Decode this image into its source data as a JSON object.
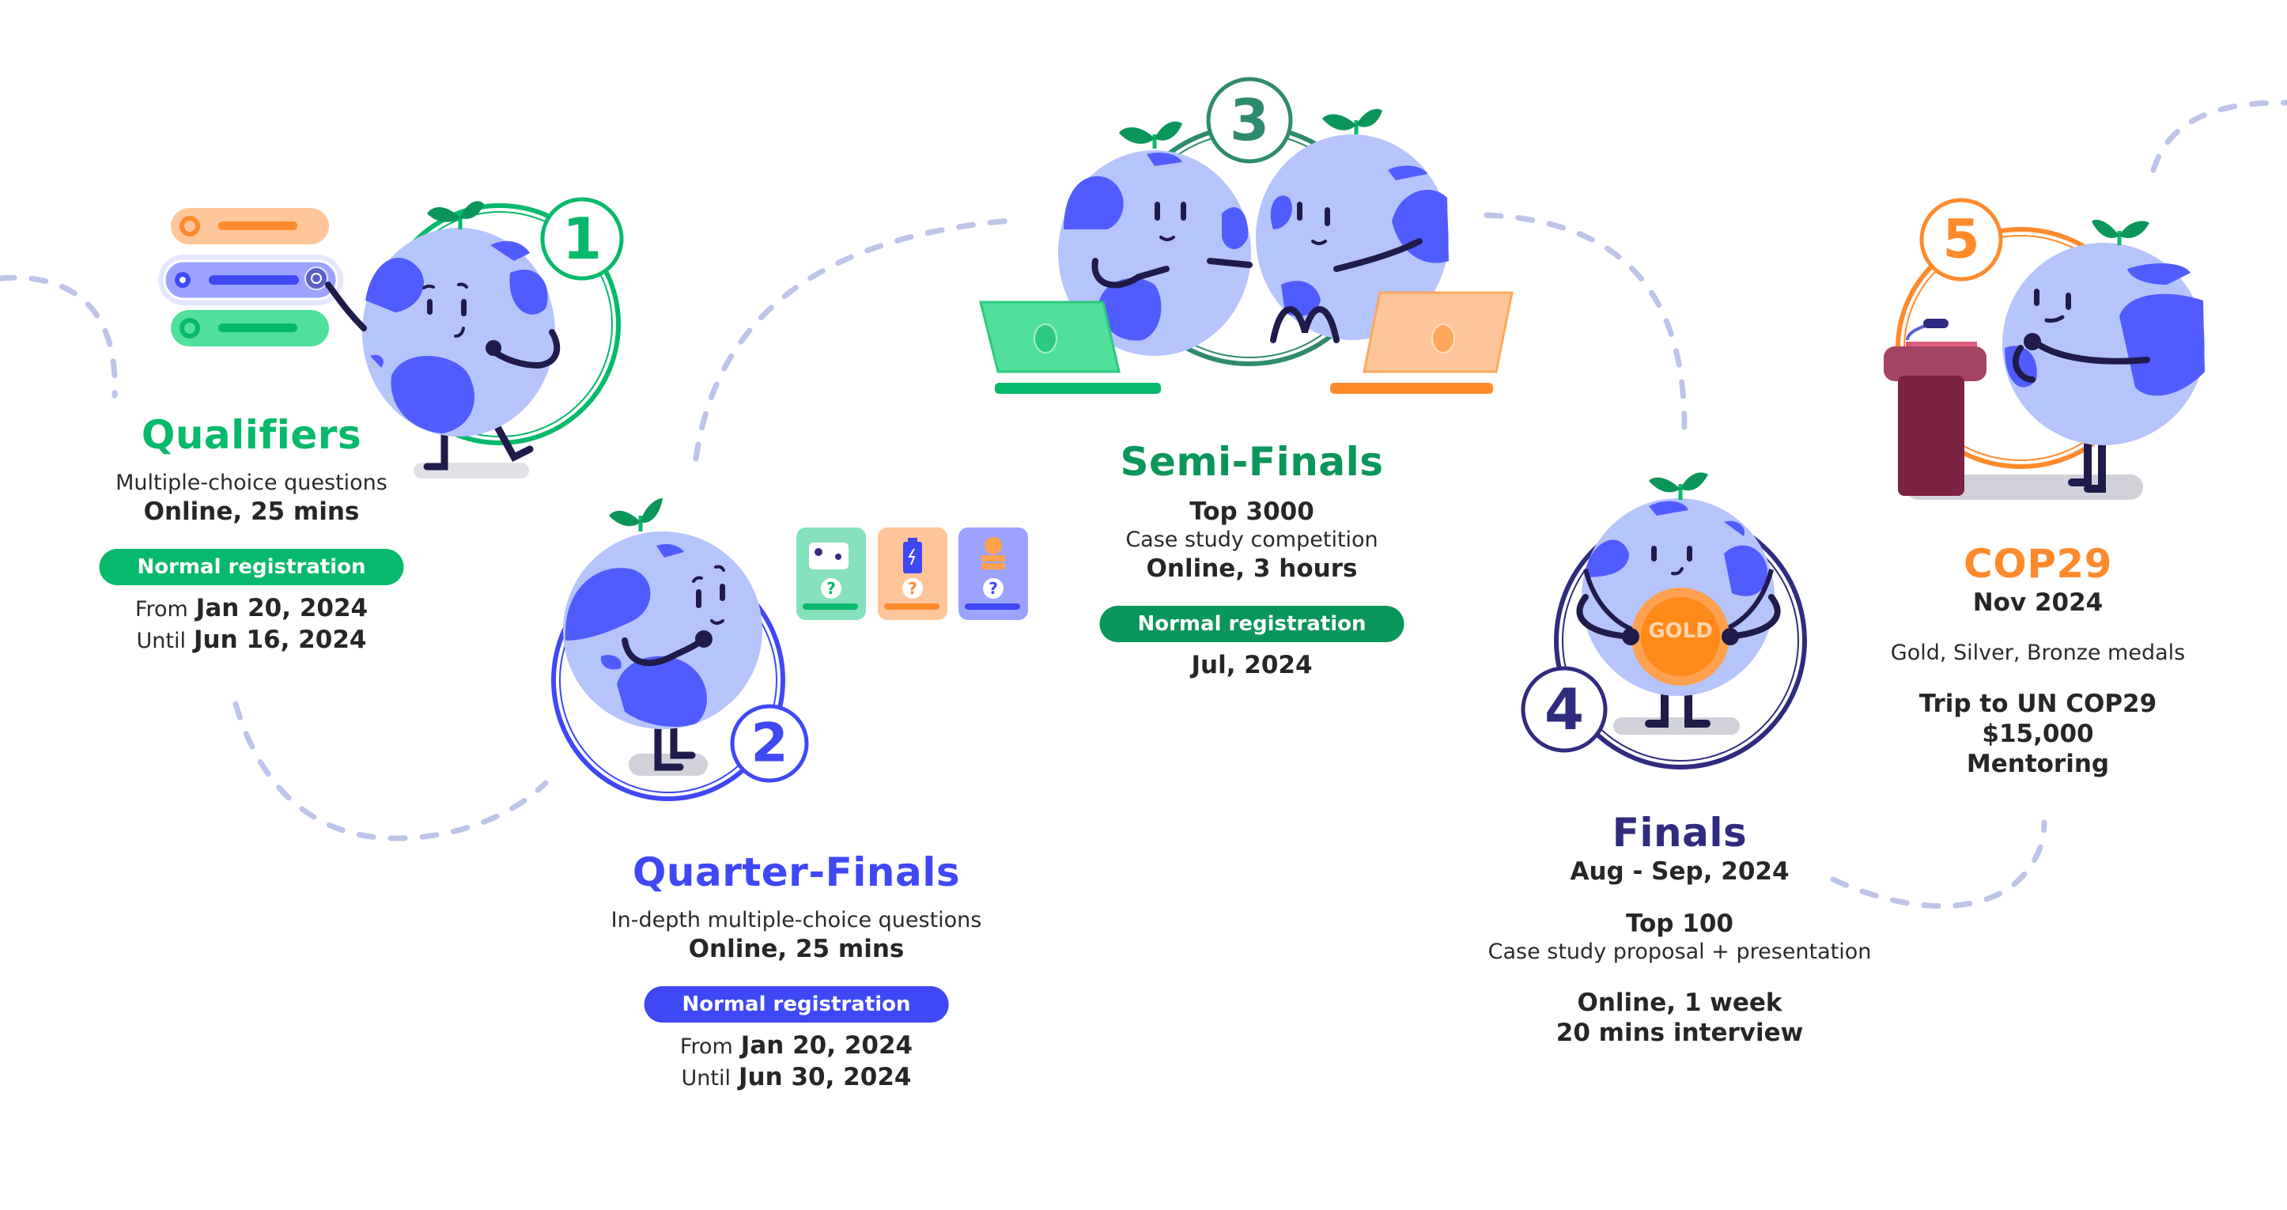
{
  "colors": {
    "qualifiers": "#07B96B",
    "quarter_finals": "#3F48F5",
    "semi_finals": "#0A955A",
    "finals": "#2F2B7E",
    "cop29": "#FF8A2C",
    "path": "#B8C0E6",
    "globe_light": "#B6C4FC",
    "globe_dark": "#515CFF",
    "ink": "#1F1B4A",
    "leaf": "#0A955A"
  },
  "stages": [
    {
      "number": "1",
      "title": "Qualifiers",
      "description": "Multiple-choice questions",
      "format": "Online, 25 mins",
      "registration_label": "Normal registration",
      "from_label": "From",
      "from_date": "Jan 20, 2024",
      "until_label": "Until",
      "until_date": "Jun 16, 2024"
    },
    {
      "number": "2",
      "title": "Quarter-Finals",
      "description": "In-depth multiple-choice questions",
      "format": "Online, 25 mins",
      "registration_label": "Normal registration",
      "from_label": "From",
      "from_date": "Jan 20, 2024",
      "until_label": "Until",
      "until_date": "Jun 30, 2024",
      "cards": [
        {
          "icon": "cow-icon",
          "mark": "?"
        },
        {
          "icon": "battery-icon",
          "mark": "?"
        },
        {
          "icon": "coins-icon",
          "mark": "?"
        }
      ]
    },
    {
      "number": "3",
      "title": "Semi-Finals",
      "participants": "Top 3000",
      "description": "Case study competition",
      "format": "Online, 3 hours",
      "registration_label": "Normal registration",
      "date": "Jul, 2024"
    },
    {
      "number": "4",
      "title": "Finals",
      "date": "Aug - Sep, 2024",
      "participants": "Top 100",
      "description": "Case study proposal + presentation",
      "format_line1": "Online, 1 week",
      "format_line2": "20 mins interview",
      "medal_label": "GOLD"
    },
    {
      "number": "5",
      "title": "COP29",
      "date": "Nov 2024",
      "awards": "Gold, Silver, Bronze medals",
      "prize_line1": "Trip to UN COP29",
      "prize_line2": "$15,000",
      "prize_line3": "Mentoring"
    }
  ]
}
